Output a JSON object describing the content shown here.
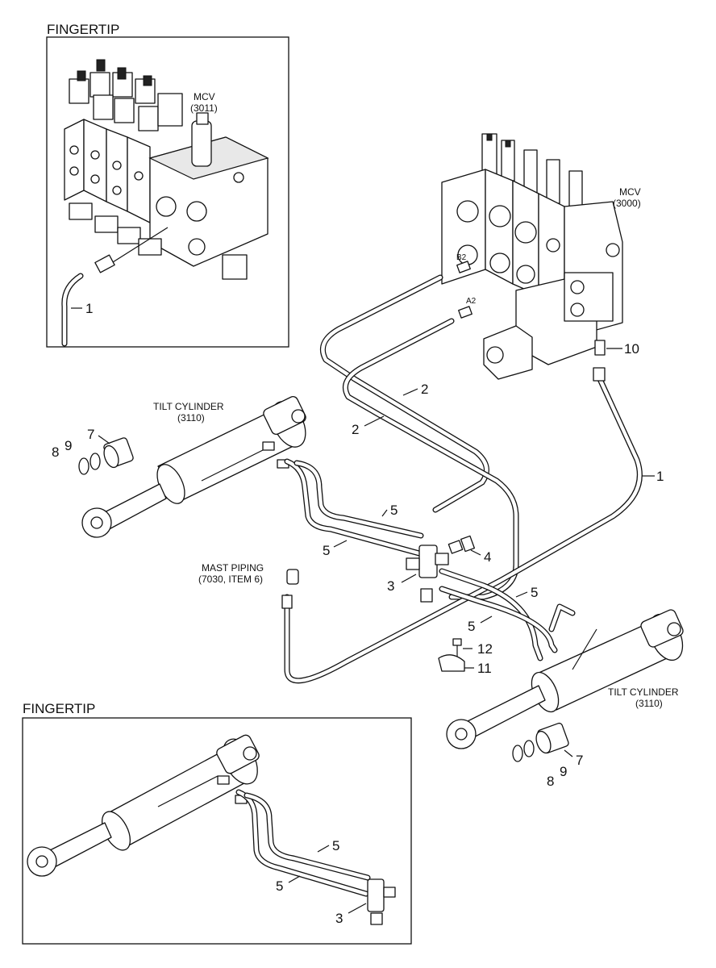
{
  "fingertip_top": {
    "title": "FINGERTIP",
    "mcv_name": "MCV",
    "mcv_ref": "(3011)",
    "callout_1": "1"
  },
  "main": {
    "mcv_name": "MCV",
    "mcv_ref": "(3000)",
    "port_b2": "B2",
    "port_a2": "A2",
    "tilt_cyl_left_name": "TILT CYLINDER",
    "tilt_cyl_left_ref": "(3110)",
    "tilt_cyl_right_name": "TILT CYLINDER",
    "tilt_cyl_right_ref": "(3110)",
    "mast_piping_name": "MAST PIPING",
    "mast_piping_ref": "(7030, ITEM 6)",
    "callouts": {
      "c10": "10",
      "c2a": "2",
      "c2b": "2",
      "c1": "1",
      "c7_left": "7",
      "c8_left": "8",
      "c9_left": "9",
      "c5a": "5",
      "c5b": "5",
      "c4": "4",
      "c3": "3",
      "c5c": "5",
      "c5d": "5",
      "c12": "12",
      "c11": "11",
      "c7_right": "7",
      "c8_right": "8",
      "c9_right": "9"
    }
  },
  "fingertip_bottom": {
    "title": "FINGERTIP",
    "callout_5a": "5",
    "callout_5b": "5",
    "callout_3": "3"
  }
}
